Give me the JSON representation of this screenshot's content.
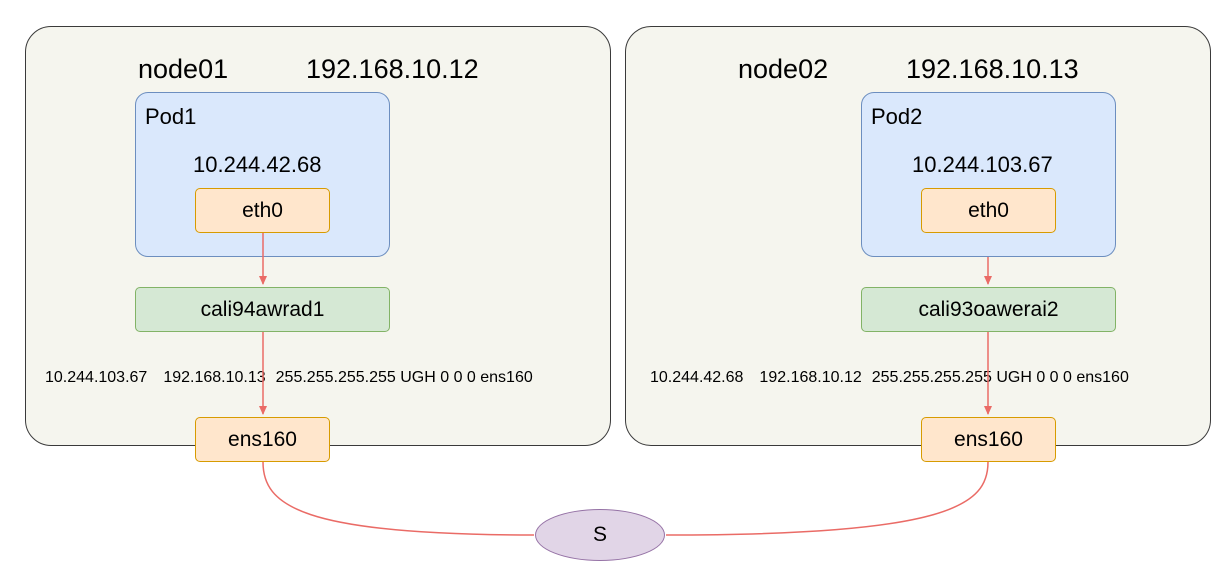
{
  "nodes": [
    {
      "name": "node01",
      "ip": "192.168.10.12",
      "pod": {
        "label": "Pod1",
        "ip": "10.244.42.68",
        "iface": "eth0"
      },
      "cali": "cali94awrad1",
      "route": {
        "dest": "10.244.103.67",
        "gateway": "192.168.10.13",
        "rest": "255.255.255.255 UGH 0 0 0 ens160"
      },
      "nic": "ens160"
    },
    {
      "name": "node02",
      "ip": "192.168.10.13",
      "pod": {
        "label": "Pod2",
        "ip": "10.244.103.67",
        "iface": "eth0"
      },
      "cali": "cali93oawerai2",
      "route": {
        "dest": "10.244.42.68",
        "gateway": "192.168.10.12",
        "rest": "255.255.255.255 UGH 0 0 0 ens160"
      },
      "nic": "ens160"
    }
  ],
  "switch": {
    "label": "S"
  },
  "colors": {
    "node_fill": "#f5f5ee",
    "pod_fill": "#dae8fc",
    "iface_fill": "#ffe6cc",
    "cali_fill": "#d5e8d4",
    "switch_fill": "#e1d5e7",
    "arrow": "#ea6b66"
  }
}
